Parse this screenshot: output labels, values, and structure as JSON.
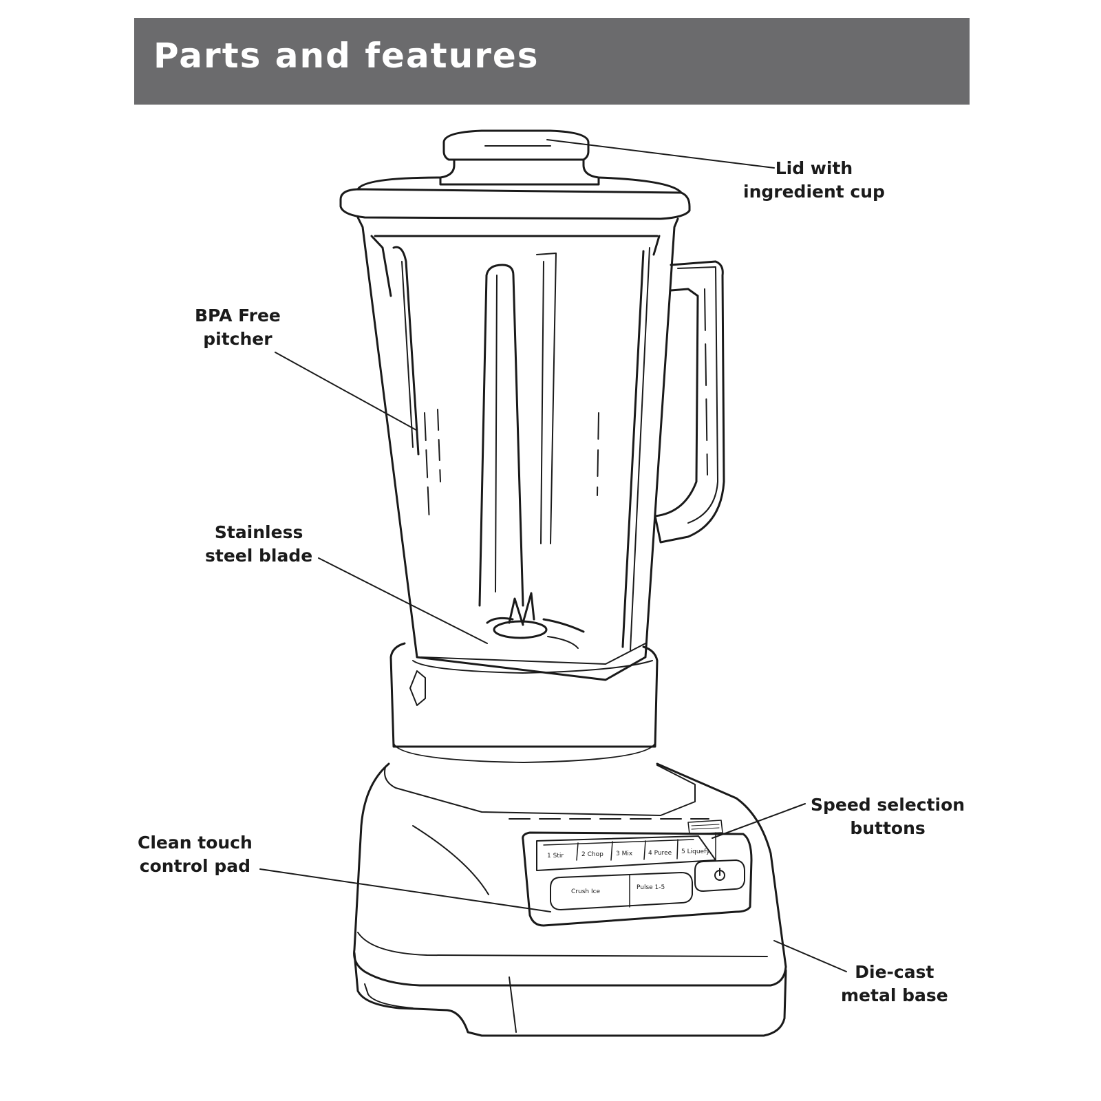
{
  "header": {
    "title": "Parts and features",
    "background": "#6b6b6d",
    "text_color": "#ffffff"
  },
  "callouts": {
    "lid": {
      "line1": "Lid with",
      "line2": "ingredient cup"
    },
    "pitcher": {
      "line1": "BPA Free",
      "line2": "pitcher"
    },
    "blade": {
      "line1": "Stainless",
      "line2": "steel blade"
    },
    "speed": {
      "line1": "Speed selection",
      "line2": "buttons"
    },
    "touchpad": {
      "line1": "Clean touch",
      "line2": "control pad"
    },
    "base": {
      "line1": "Die-cast",
      "line2": "metal base"
    }
  },
  "control_panel": {
    "speed_buttons": [
      "1 Stir",
      "2 Chop",
      "3 Mix",
      "4 Puree",
      "5 Liquefy"
    ],
    "crush_ice": "Crush Ice",
    "pulse": "Pulse 1-5",
    "power_icon": "power-icon"
  },
  "line_color": "#1a1a1a"
}
